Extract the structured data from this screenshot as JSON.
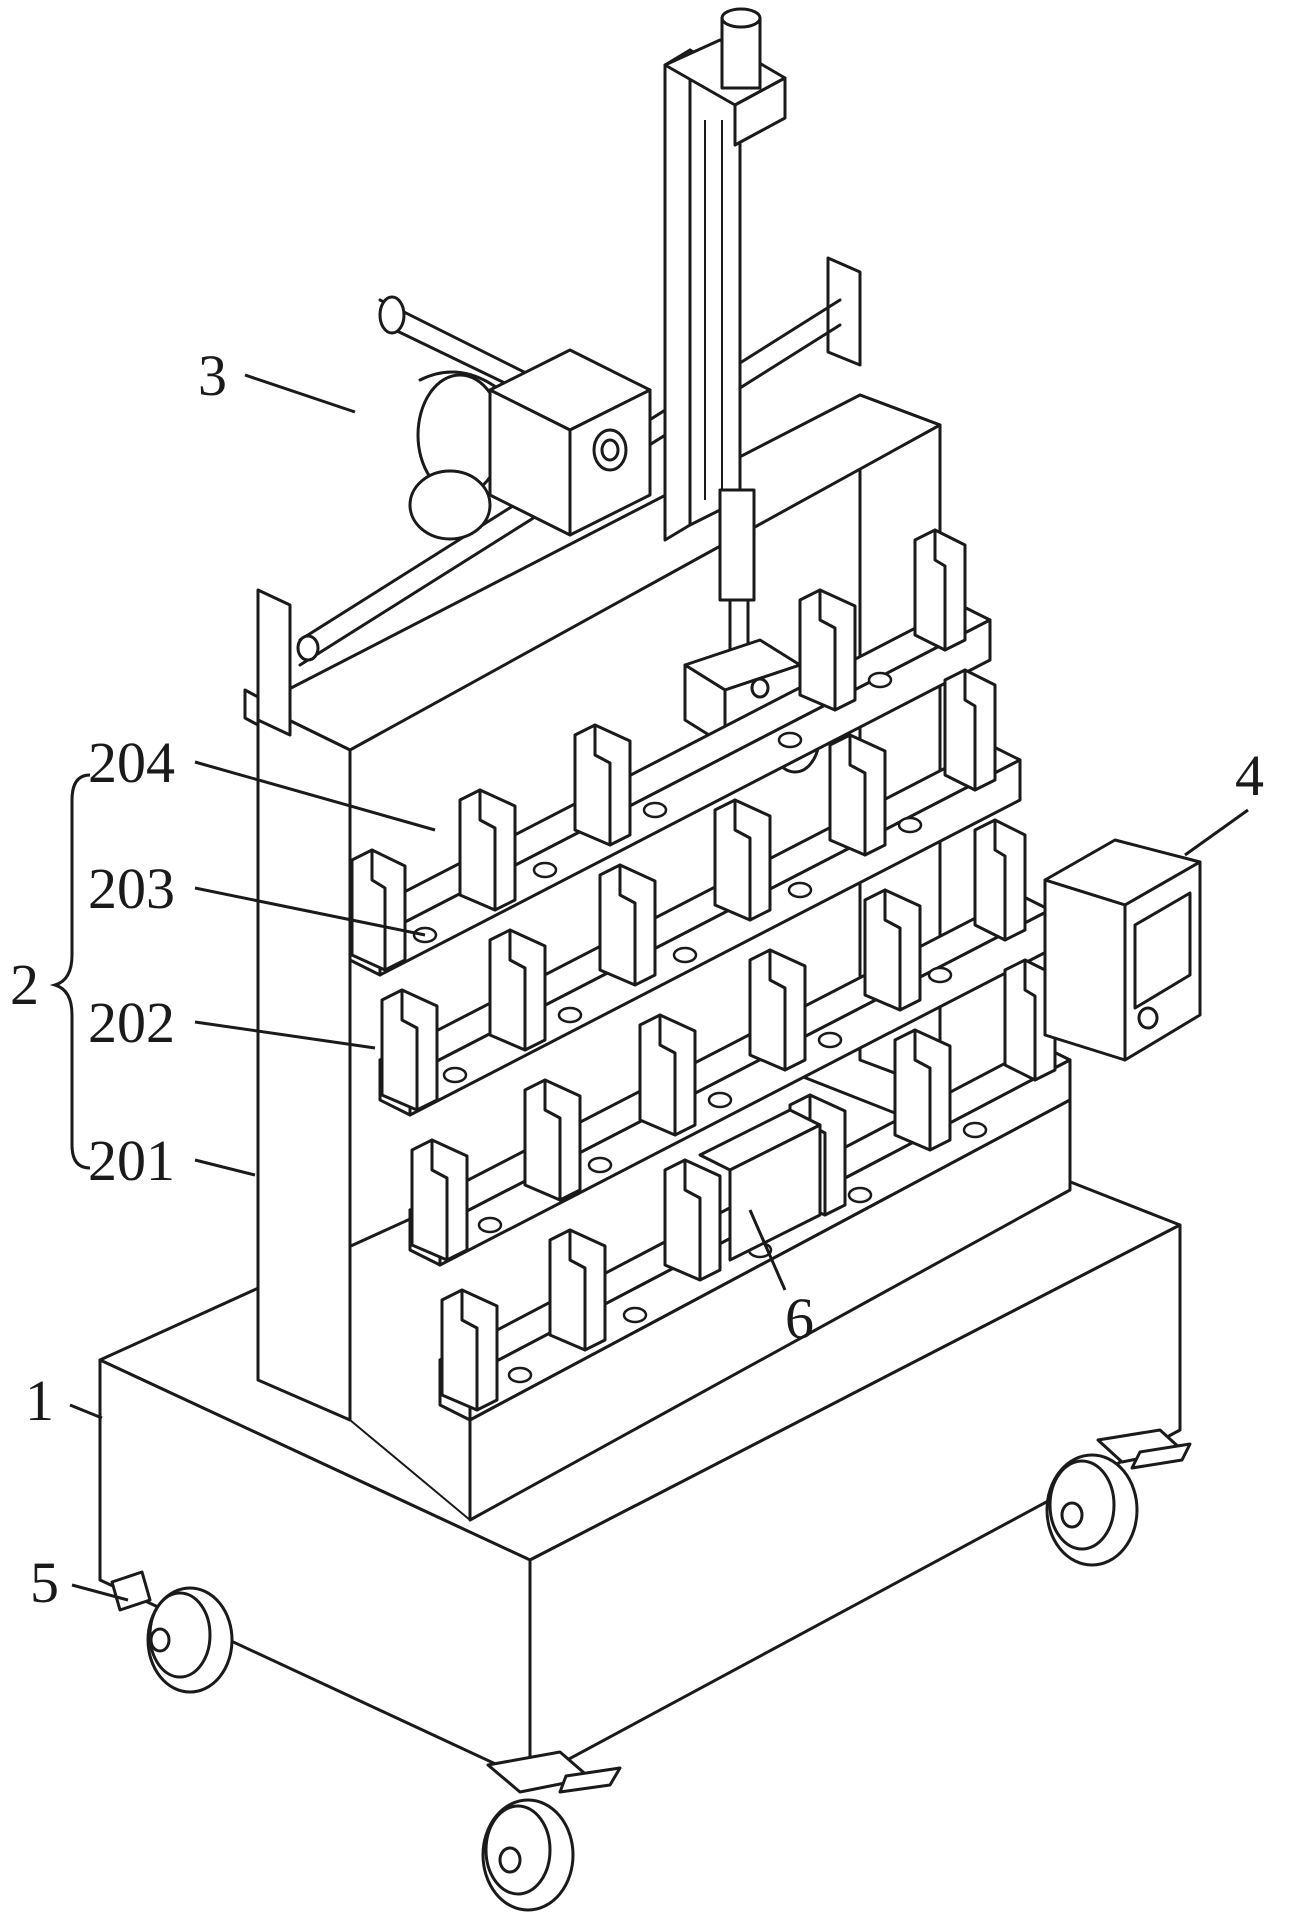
{
  "figure": {
    "labels": {
      "base": "1",
      "rack_group": "2",
      "rack_201": "201",
      "rack_202": "202",
      "rack_203": "203",
      "rack_204": "204",
      "manipulator": "3",
      "controller": "4",
      "caster": "5",
      "workpiece": "6"
    }
  }
}
